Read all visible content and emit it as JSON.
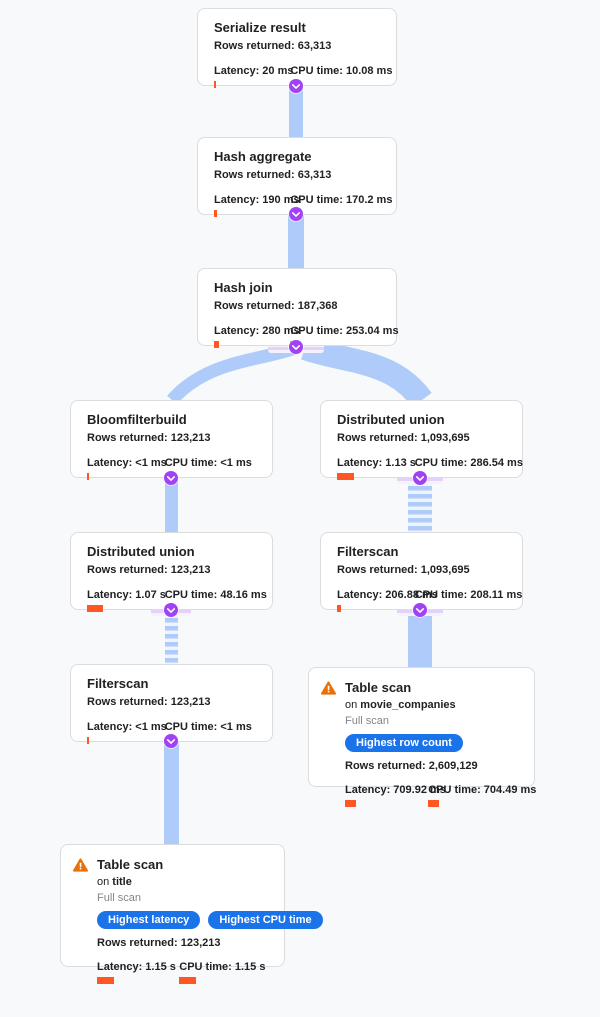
{
  "diagram": {
    "type": "query-execution-plan-tree",
    "colors": {
      "background": "#f8f9fa",
      "edge_blue": "#aecbfa",
      "bar_orange": "#ff5722",
      "pill_blue": "#1a73e8",
      "chevron_purple": "#a142f4",
      "warning_orange": "#e8710a",
      "card_border": "#dadce0",
      "text_dark": "#202124",
      "text_muted": "#80868b"
    },
    "icons": {
      "chevron": "chevron-down-icon",
      "warning": "warning-triangle-icon"
    }
  },
  "nodes": {
    "serialize": {
      "title": "Serialize result",
      "rows": "Rows returned: 63,313",
      "latency_label": "Latency: 20 ms",
      "cpu_label": "CPU time: 10.08 ms",
      "latency_bar": 2,
      "cpu_bar": 2
    },
    "hash_aggregate": {
      "title": "Hash aggregate",
      "rows": "Rows returned: 63,313",
      "latency_label": "Latency: 190 ms",
      "cpu_label": "CPU time: 170.2 ms",
      "latency_bar": 3,
      "cpu_bar": 3.5
    },
    "hash_join": {
      "title": "Hash join",
      "rows": "Rows returned: 187,368",
      "latency_label": "Latency: 280 ms",
      "cpu_label": "CPU time: 253.04 ms",
      "latency_bar": 4.5,
      "cpu_bar": 4.5
    },
    "bloomfilterbuild": {
      "title": "Bloomfilterbuild",
      "rows": "Rows returned: 123,213",
      "latency_label": "Latency: <1 ms",
      "cpu_label": "CPU time: <1 ms",
      "latency_bar": 2,
      "cpu_bar": 2
    },
    "distributed_union_right": {
      "title": "Distributed union",
      "rows": "Rows returned: 1,093,695",
      "latency_label": "Latency: 1.13 s",
      "cpu_label": "CPU time: 286.54 ms",
      "latency_bar": 17,
      "cpu_bar": 5
    },
    "distributed_union_left": {
      "title": "Distributed union",
      "rows": "Rows returned: 123,213",
      "latency_label": "Latency: 1.07 s",
      "cpu_label": "CPU time: 48.16 ms",
      "latency_bar": 16,
      "cpu_bar": 2
    },
    "filterscan_right": {
      "title": "Filterscan",
      "rows": "Rows returned: 1,093,695",
      "latency_label": "Latency: 206.88 ms",
      "cpu_label": "CPU time: 208.11 ms",
      "latency_bar": 4,
      "cpu_bar": 4
    },
    "filterscan_left": {
      "title": "Filterscan",
      "rows": "Rows returned: 123,213",
      "latency_label": "Latency: <1 ms",
      "cpu_label": "CPU time: <1 ms",
      "latency_bar": 2,
      "cpu_bar": 2
    },
    "table_scan_right": {
      "title": "Table scan",
      "on_prefix": "on ",
      "table": "movie_companies",
      "scan_type": "Full scan",
      "badges": [
        "Highest row count"
      ],
      "rows": "Rows returned: 2,609,129",
      "latency_label": "Latency: 709.92 ms",
      "cpu_label": "CPU time: 704.49 ms",
      "latency_bar": 11,
      "cpu_bar": 10.5
    },
    "table_scan_left": {
      "title": "Table scan",
      "on_prefix": "on ",
      "table": "title",
      "scan_type": "Full scan",
      "badges": [
        "Highest latency",
        "Highest CPU time"
      ],
      "rows": "Rows returned: 123,213",
      "latency_label": "Latency: 1.15 s",
      "cpu_label": "CPU time: 1.15 s",
      "latency_bar": 17,
      "cpu_bar": 17
    }
  }
}
